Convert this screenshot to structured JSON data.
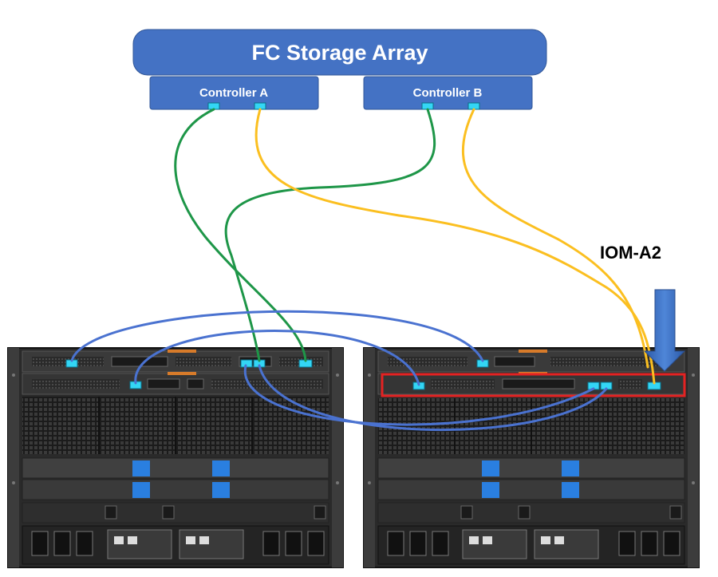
{
  "storage": {
    "title": "FC Storage Array",
    "controller_a": "Controller A",
    "controller_b": "Controller B"
  },
  "callout": {
    "label": "IOM-A2"
  },
  "colors": {
    "array_blue": "#4472c4",
    "array_border": "#2f5597",
    "cable_green": "#1e9648",
    "cable_yellow": "#fbbf20",
    "cable_blue": "#4a72d0",
    "port_cyan": "#33d6f5",
    "highlight_red": "#e52222",
    "chassis_dark": "#2a2a2a"
  },
  "icons": {
    "arrow": "down-arrow-icon"
  }
}
